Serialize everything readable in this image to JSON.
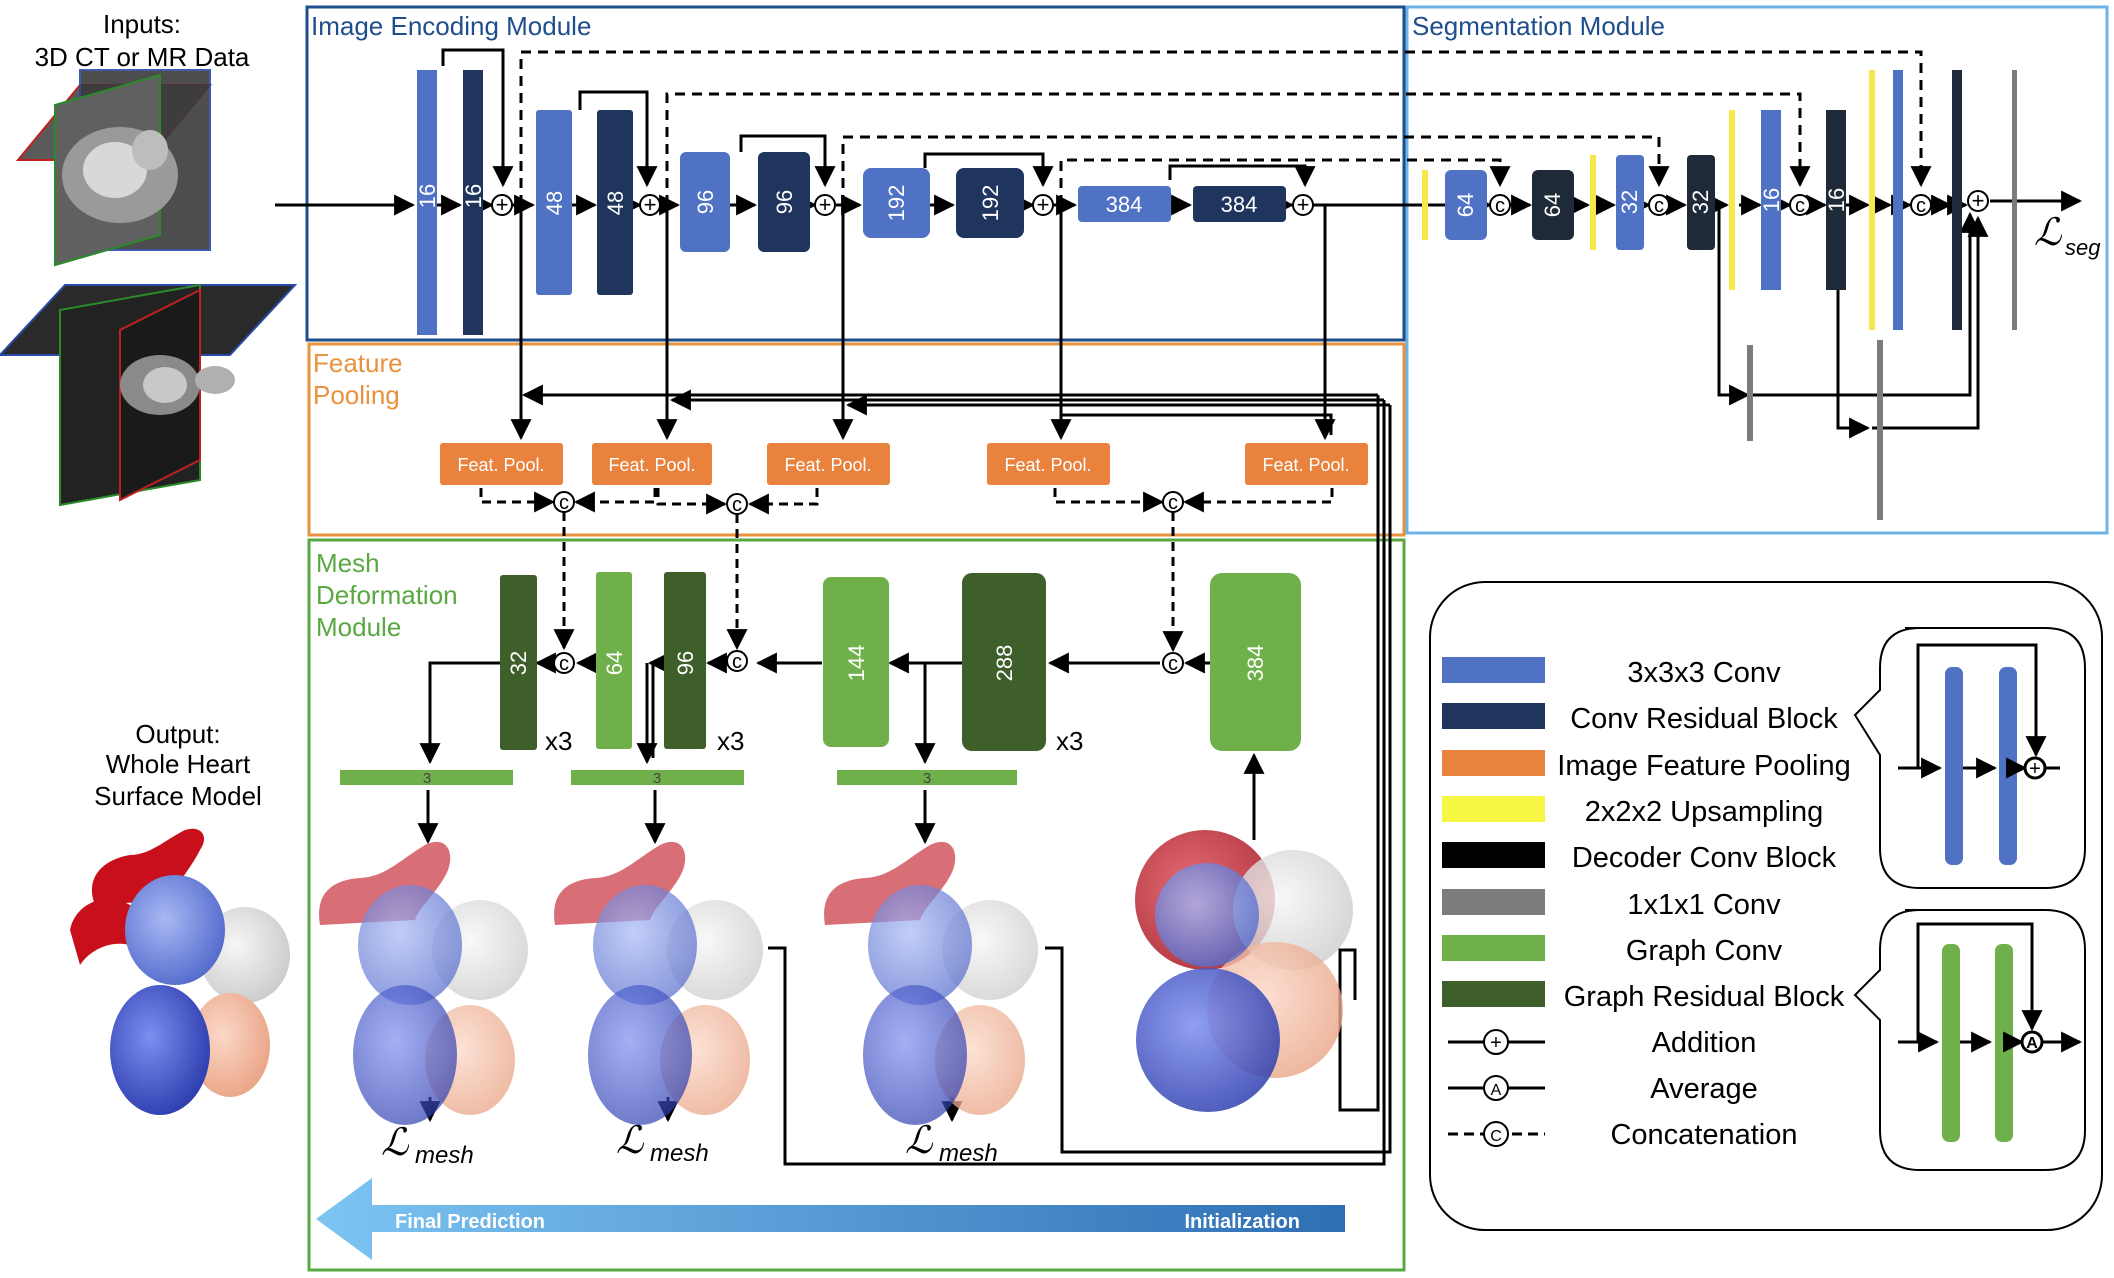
{
  "inputs": {
    "title": "Inputs:",
    "subtitle": "3D CT or MR Data"
  },
  "output": {
    "line1": "Output:",
    "line2": "Whole Heart",
    "line3": "Surface Model"
  },
  "modules": {
    "encoding": "Image Encoding Module",
    "segmentation": "Segmentation Module",
    "pooling_line1": "Feature",
    "pooling_line2": "Pooling",
    "mesh_line1": "Mesh",
    "mesh_line2": "Deformation",
    "mesh_line3": "Module"
  },
  "encoder_blocks": [
    "16",
    "16",
    "48",
    "48",
    "96",
    "96",
    "192",
    "192",
    "384",
    "384"
  ],
  "decoder_blocks": [
    "64",
    "64",
    "32",
    "32",
    "16",
    "16"
  ],
  "feat_pool_label": "Feat. Pool.",
  "concat_symbol": "c",
  "mesh_blocks": [
    "32",
    "64",
    "96",
    "144",
    "288",
    "384"
  ],
  "repeat_label": "x3",
  "graph_bar_label": "3",
  "loss_seg": {
    "symbol": "ℒ",
    "sub": "seg"
  },
  "loss_mesh": {
    "symbol": "ℒ",
    "sub": "mesh"
  },
  "bottom_arrow": {
    "left": "Final Prediction",
    "right": "Initialization"
  },
  "legend": [
    {
      "label": "3x3x3 Conv",
      "color": "#4f72c4"
    },
    {
      "label": "Conv Residual Block",
      "color": "#1f355e"
    },
    {
      "label": "Image Feature Pooling",
      "color": "#e8823d"
    },
    {
      "label": "2x2x2 Upsampling",
      "color": "#f6e84a"
    },
    {
      "label": "Decoder Conv Block",
      "color": "#111111"
    },
    {
      "label": "1x1x1 Conv",
      "color": "#7c7c7c"
    },
    {
      "label": "Graph Conv",
      "color": "#70b04a"
    },
    {
      "label": "Graph Residual Block",
      "color": "#3e5e2a"
    },
    {
      "label": "Addition",
      "symbol": "+"
    },
    {
      "label": "Average",
      "symbol": "A"
    },
    {
      "label": "Concatenation",
      "symbol": "C"
    }
  ],
  "colors": {
    "encoding_border": "#1f4e8c",
    "segmentation_border": "#6cb4e8",
    "pooling_border": "#e8923d",
    "mesh_border": "#5aa842",
    "conv": "#4f72c4",
    "residual": "#1f355e",
    "feat_pool": "#e8823d",
    "upsample": "#f6e84a",
    "decoder": "#1f2a38",
    "conv1x1": "#7c7c7c",
    "graph_conv": "#70b04a",
    "graph_residual": "#3e5e2a"
  }
}
